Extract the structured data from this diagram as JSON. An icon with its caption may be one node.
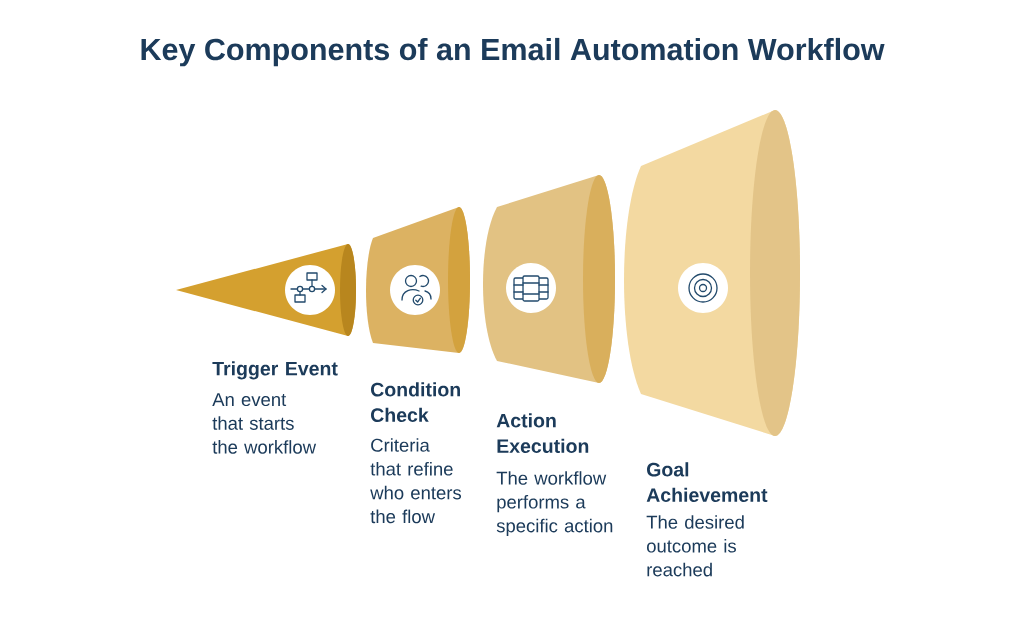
{
  "diagram": {
    "title": "Key Components of an Email Automation Workflow",
    "nodes": [
      {
        "text": [
          "Trigger Event",
          "An event that starts the workflow"
        ]
      },
      {
        "text": [
          "Condition Check",
          "Criteria that refine who enters the flow"
        ]
      },
      {
        "text": [
          "Action Execution",
          "The workflow performs a specific action"
        ]
      },
      {
        "text": [
          "Goal Achievement",
          "The desired outcome is reached"
        ]
      }
    ]
  }
}
